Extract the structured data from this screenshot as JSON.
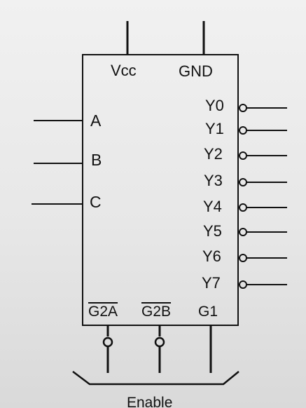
{
  "chip": {
    "power_pins": {
      "vcc": "Vcc",
      "gnd": "GND"
    },
    "select_inputs": {
      "a": "A",
      "b": "B",
      "c": "C"
    },
    "outputs": [
      "Y0",
      "Y1",
      "Y2",
      "Y3",
      "Y4",
      "Y5",
      "Y6",
      "Y7"
    ],
    "enable_inputs": {
      "g2a": "G2A",
      "g2b": "G2B",
      "g1": "G1"
    }
  },
  "enable_group": {
    "label": "Enable"
  },
  "colors": {
    "ink": "#111111",
    "background": "#ebebeb"
  }
}
